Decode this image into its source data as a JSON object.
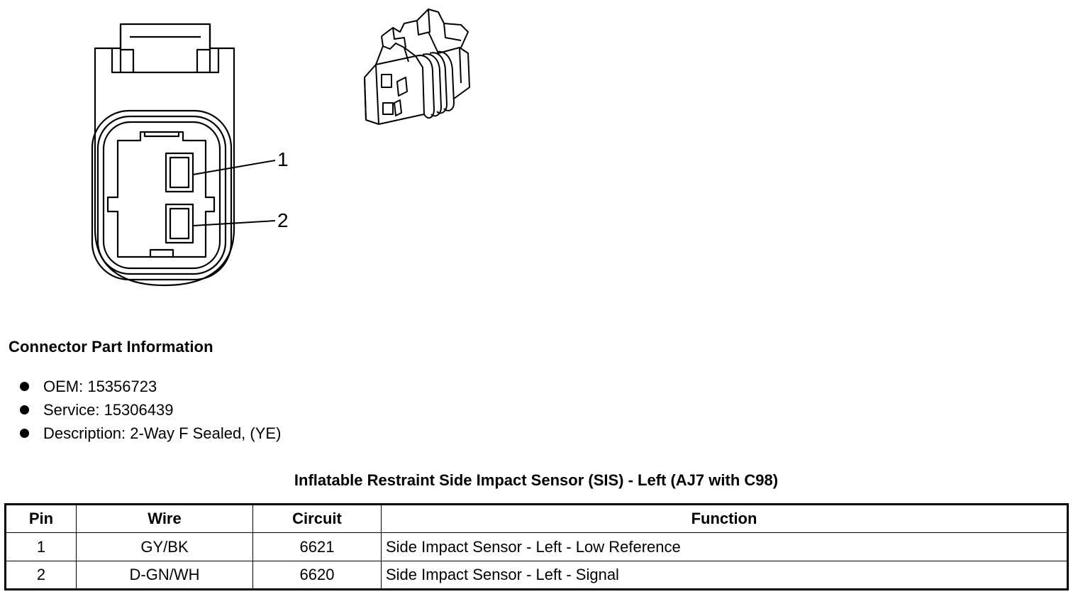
{
  "diagram": {
    "pin_callouts": [
      "1",
      "2"
    ]
  },
  "part_info": {
    "heading": "Connector Part Information",
    "items": [
      "OEM: 15356723",
      "Service: 15306439",
      "Description: 2-Way F Sealed, (YE)"
    ]
  },
  "pinout_table": {
    "title": "Inflatable Restraint Side Impact Sensor (SIS) - Left (AJ7 with C98)",
    "headers": [
      "Pin",
      "Wire",
      "Circuit",
      "Function"
    ],
    "rows": [
      [
        "1",
        "GY/BK",
        "6621",
        "Side Impact Sensor - Left - Low Reference"
      ],
      [
        "2",
        "D-GN/WH",
        "6620",
        "Side Impact Sensor - Left - Signal"
      ]
    ]
  }
}
